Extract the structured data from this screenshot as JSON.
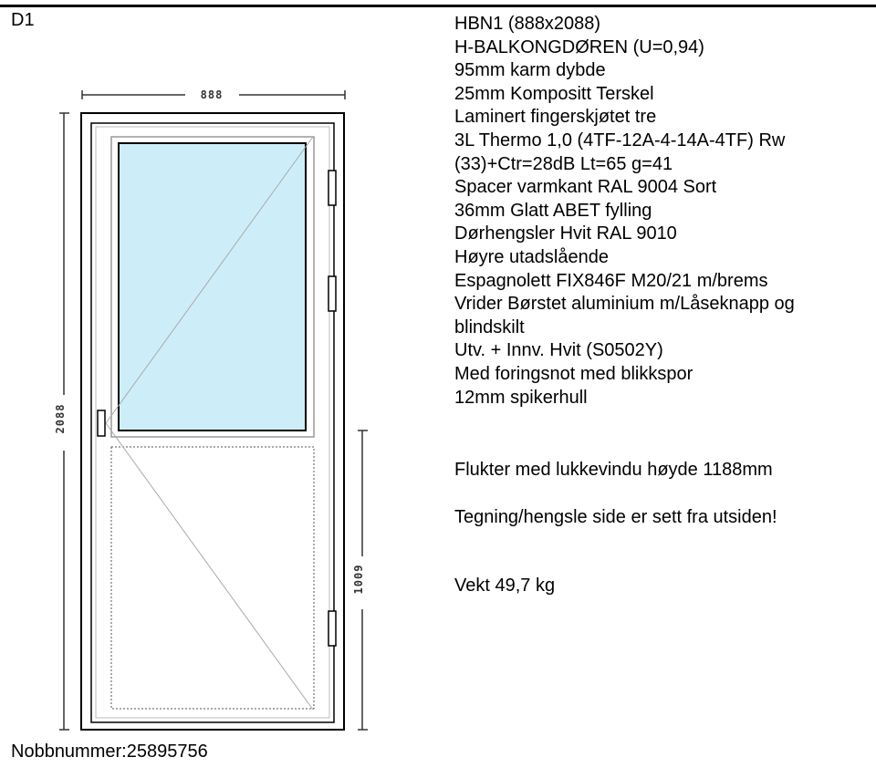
{
  "drawing_id": "D1",
  "nobb": "Nobbnummer:25895756",
  "dimensions": {
    "width": "888",
    "height": "2088",
    "lower_height": "1009"
  },
  "specs": [
    "HBN1 (888x2088)",
    "H-BALKONGDØREN (U=0,94)",
    "95mm karm dybde",
    "25mm Kompositt Terskel",
    "Laminert fingerskjøtet tre",
    "3L Thermo 1,0 (4TF-12A-4-14A-4TF) Rw",
    "(33)+Ctr=28dB Lt=65 g=41",
    "Spacer varmkant RAL 9004 Sort",
    "36mm Glatt ABET fylling",
    "Dørhengsler Hvit RAL 9010",
    "Høyre utadslående",
    "Espagnolett FIX846F M20/21 m/brems",
    "Vrider Børstet aluminium m/Låseknapp og blindskilt",
    "Utv. + Innv. Hvit (S0502Y)",
    "Med foringsnot med blikkspor",
    "12mm spikerhull"
  ],
  "notes": {
    "flush": "Flukter med lukkevindu høyde 1188mm",
    "hinge_side": "Tegning/hengsle side er sett fra utsiden!",
    "weight": "Vekt 49,7 kg"
  },
  "colors": {
    "glass": "#cdeef8",
    "frame_stroke": "#000000",
    "inner_stroke": "#999999"
  }
}
